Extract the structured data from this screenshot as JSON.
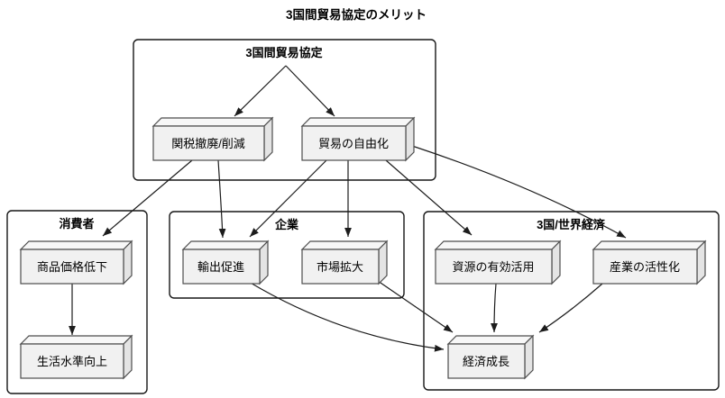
{
  "title": "3国間貿易協定のメリット",
  "diagram": {
    "type": "flowchart",
    "clusters": [
      {
        "id": "agreement",
        "label": "3国間貿易協定",
        "nodes": [
          "関税撤廃/削減",
          "貿易の自由化"
        ]
      },
      {
        "id": "consumers",
        "label": "消費者",
        "nodes": [
          "商品価格低下",
          "生活水準向上"
        ]
      },
      {
        "id": "companies",
        "label": "企業",
        "nodes": [
          "輸出促進",
          "市場拡大"
        ]
      },
      {
        "id": "world",
        "label": "3国/世界経済",
        "nodes": [
          "資源の有効活用",
          "産業の活性化",
          "経済成長"
        ]
      }
    ],
    "nodes": {
      "tariff": "関税撤廃/削減",
      "liberalization": "貿易の自由化",
      "price_drop": "商品価格低下",
      "living_standard": "生活水準向上",
      "export_promotion": "輸出促進",
      "market_expansion": "市場拡大",
      "resource_use": "資源の有効活用",
      "industry_vitalization": "産業の活性化",
      "economic_growth": "経済成長"
    },
    "edges": [
      {
        "from": "3国間貿易協定",
        "to": "関税撤廃/削減"
      },
      {
        "from": "3国間貿易協定",
        "to": "貿易の自由化"
      },
      {
        "from": "関税撤廃/削減",
        "to": "商品価格低下"
      },
      {
        "from": "関税撤廃/削減",
        "to": "輸出促進"
      },
      {
        "from": "貿易の自由化",
        "to": "輸出促進"
      },
      {
        "from": "貿易の自由化",
        "to": "市場拡大"
      },
      {
        "from": "貿易の自由化",
        "to": "資源の有効活用"
      },
      {
        "from": "貿易の自由化",
        "to": "産業の活性化"
      },
      {
        "from": "商品価格低下",
        "to": "生活水準向上"
      },
      {
        "from": "輸出促進",
        "to": "経済成長"
      },
      {
        "from": "市場拡大",
        "to": "経済成長"
      },
      {
        "from": "資源の有効活用",
        "to": "経済成長"
      },
      {
        "from": "産業の活性化",
        "to": "経済成長"
      }
    ],
    "colors": {
      "background": "#ffffff",
      "node_fill": "#f1f1f1",
      "node_border": "#4d4d4d",
      "cluster_border": "#161616",
      "line": "#1c1c1c",
      "text": "#000000"
    }
  }
}
